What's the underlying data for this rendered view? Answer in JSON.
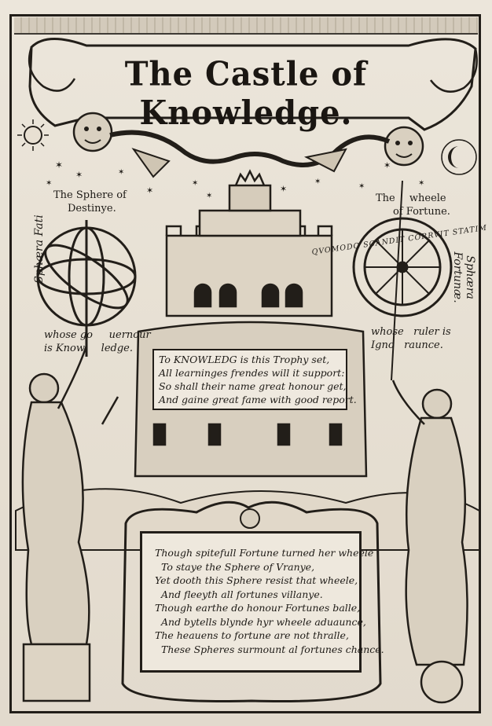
{
  "title": "The Castle of Knowledge.",
  "labels": {
    "sphere_destiny_l1": "The Sphere of",
    "sphere_destiny_l2": "Destinye.",
    "wheel_fortune_l1": "The",
    "wheel_fortune_l2": "wheele",
    "wheel_fortune_l3": "of Fortune.",
    "sphaera_fati": "Sphæra Fati",
    "sphaera_fortunae": "Sphæra Fortunæ.",
    "whose_gouernour_1": "whose go",
    "whose_gouernour_2": "uernour",
    "is_knowledge_1": "is Know",
    "is_knowledge_2": "ledge.",
    "whose_ruler_1": "whose",
    "whose_ruler_2": "ruler is",
    "ignoraunce_1": "Igno",
    "ignoraunce_2": "raunce.",
    "wheel_motto": "QVOMODO SCANDIT CORRVIT STATIM"
  },
  "castle_verse": [
    "To KNOWLEDG is this Trophy set,",
    "All learninges frendes will it support:",
    "So shall their name great honour get,",
    "And gaine great fame with good report."
  ],
  "bottom_verse": [
    "Though spitefull Fortune turned her wheele",
    "To staye the Sphere of Vranye,",
    "Yet dooth this Sphere resist that wheele,",
    "And fleeyth all fortunes villanye.",
    "Though earthe do honour Fortunes balle,",
    "And bytells blynde hyr wheele aduaunce,",
    "The heauens to fortune are not thralle,",
    "These Spheres surmount al fortunes chance."
  ],
  "colors": {
    "paper": "#e9e2d6",
    "ink": "#1d1a16"
  }
}
